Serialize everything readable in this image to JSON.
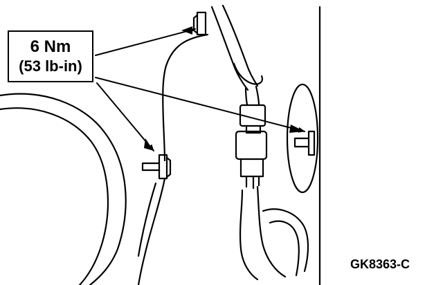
{
  "callout": {
    "torque_nm": "6 Nm",
    "torque_lbin": "(53 lb-in)"
  },
  "figure_id": "GK8363-C",
  "colors": {
    "line": "#000000",
    "background": "#ffffff"
  }
}
